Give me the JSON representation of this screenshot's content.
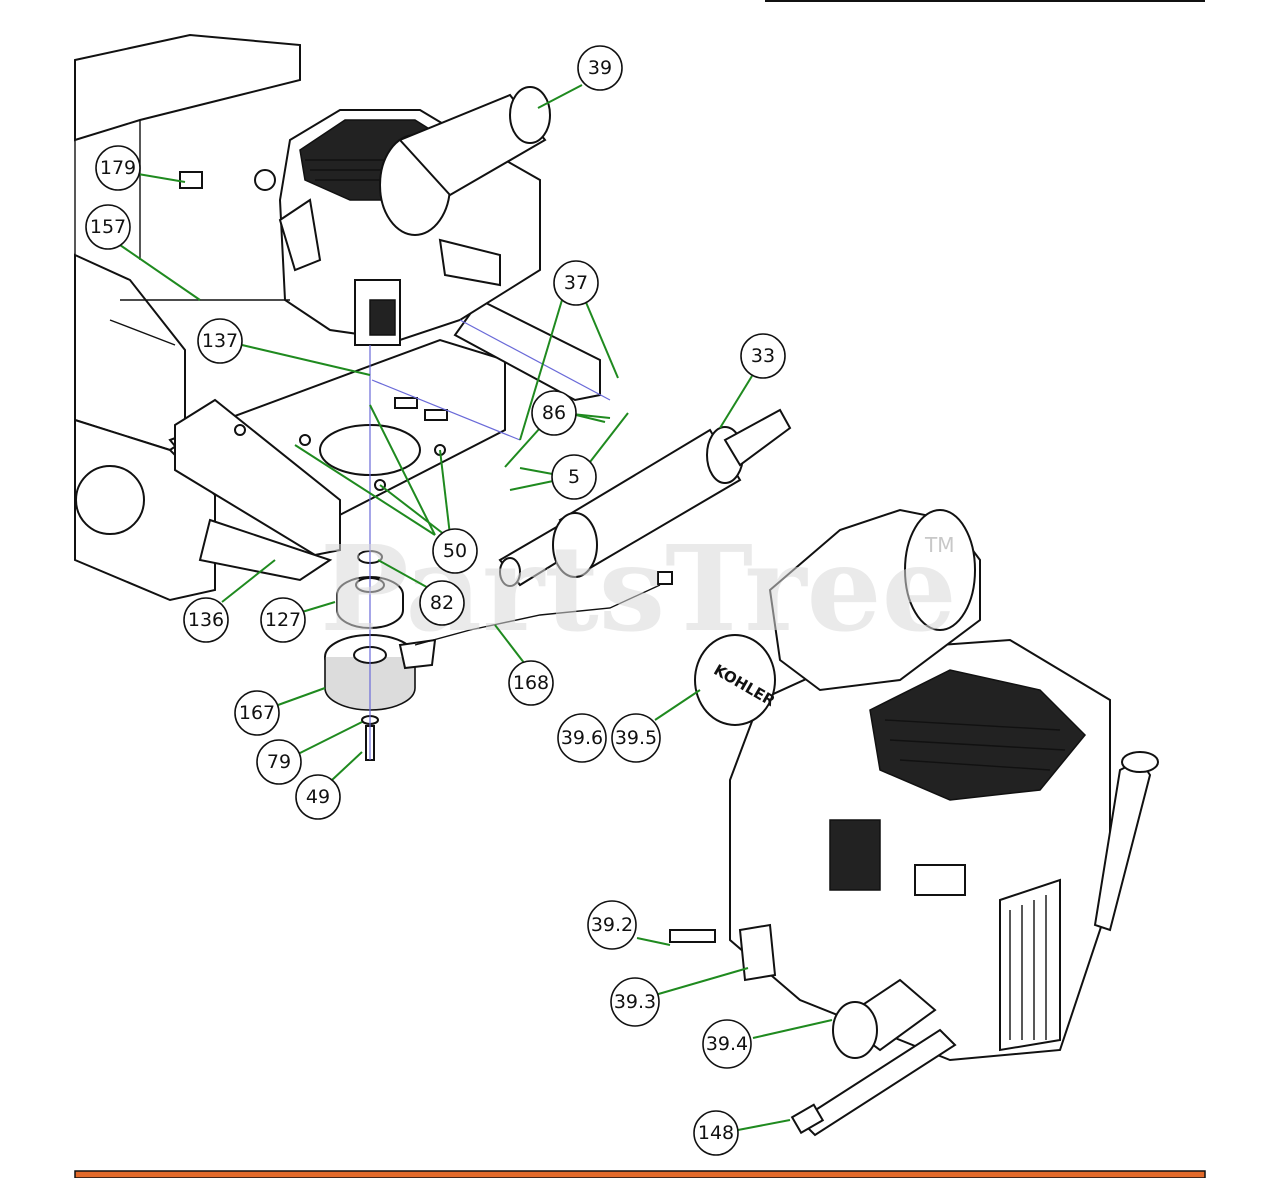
{
  "watermark": {
    "text": "PartsTree",
    "trademark": "TM"
  },
  "logo_text": "KOHLER",
  "colors": {
    "leader": "#1f8a1f",
    "bottom_bar": "#e36a2a",
    "explode_line": "#6a6ad8"
  },
  "callouts": [
    "39",
    "179",
    "157",
    "137",
    "37",
    "33",
    "86",
    "5",
    "50",
    "82",
    "136",
    "127",
    "167",
    "168",
    "79",
    "49",
    "39.6",
    "39.5",
    "39.2",
    "39.3",
    "39.4",
    "148"
  ]
}
